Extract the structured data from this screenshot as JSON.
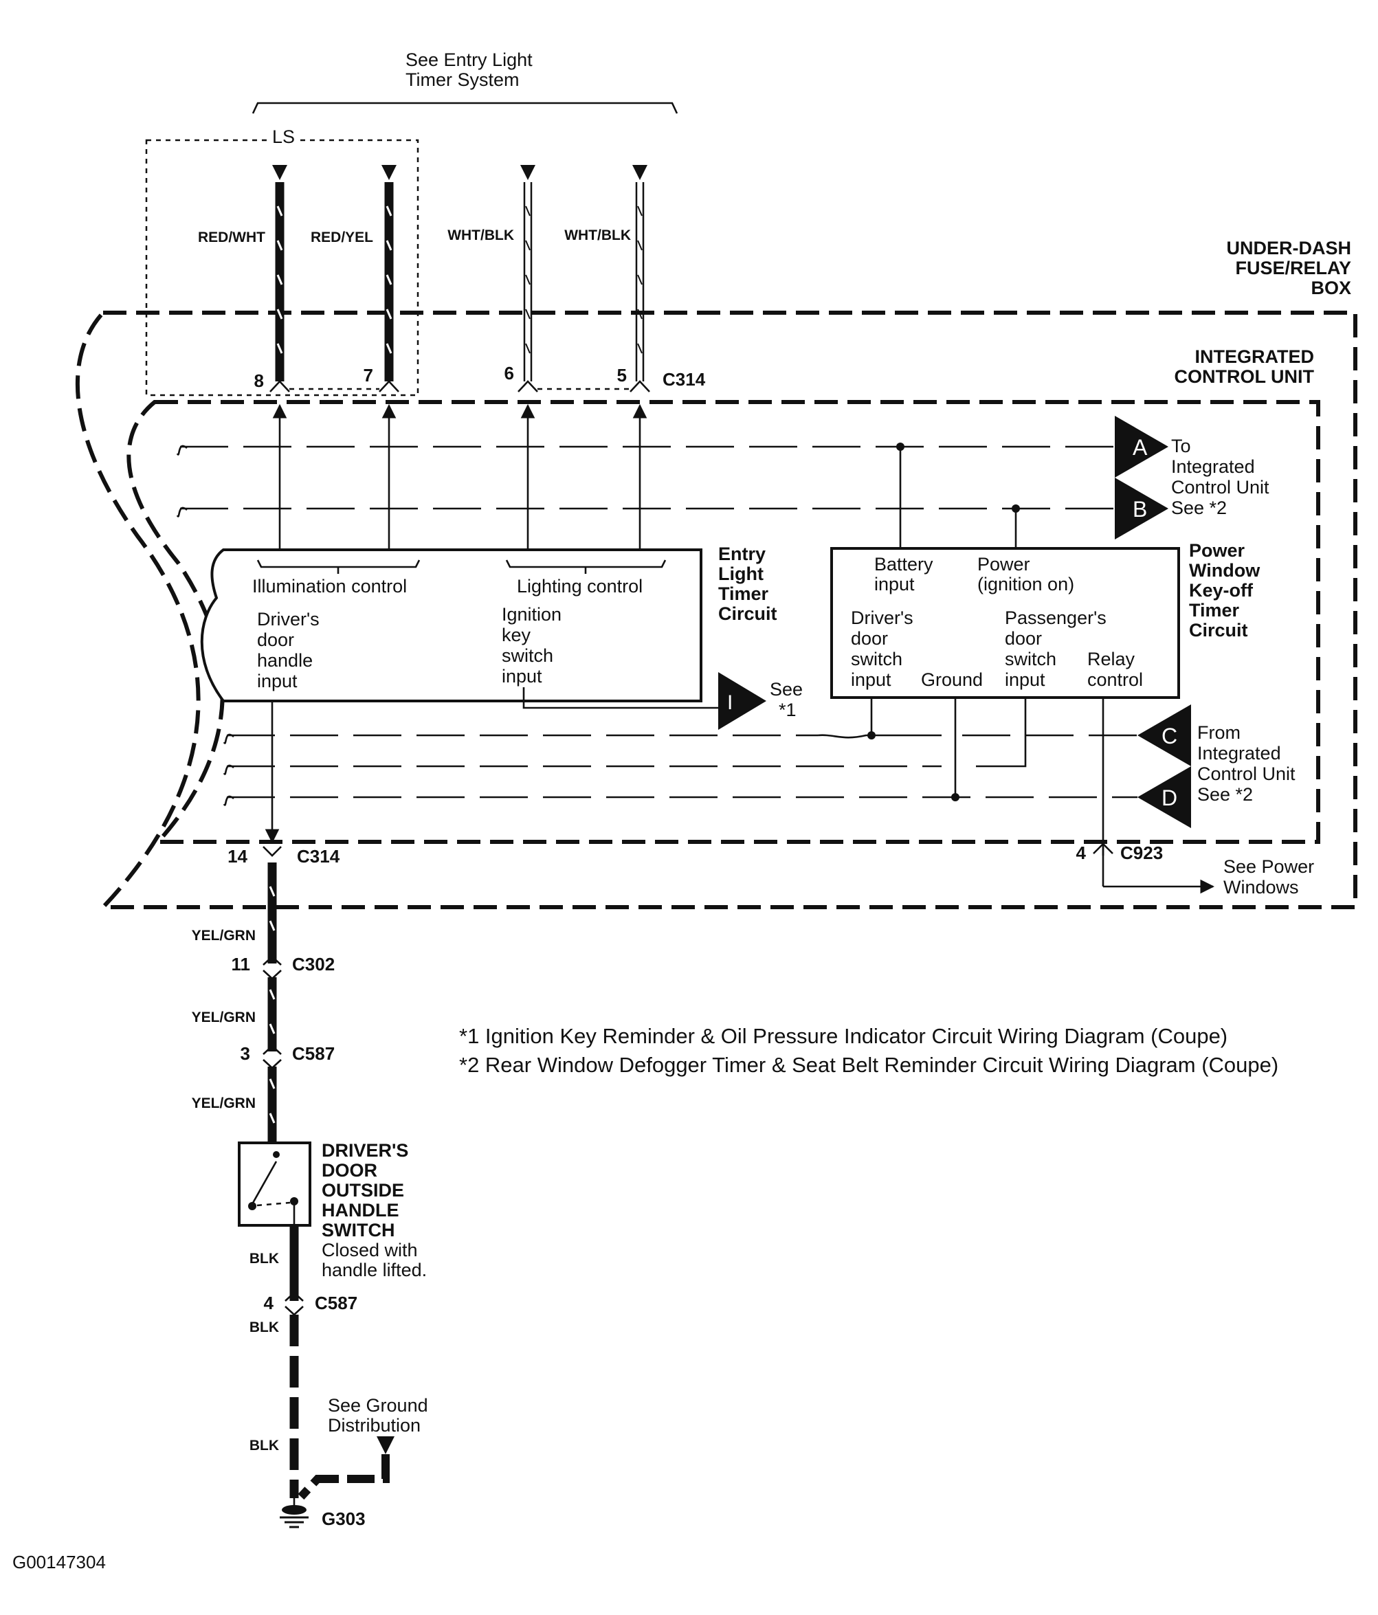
{
  "header": {
    "line1": "See Entry Light",
    "line2": "Timer System"
  },
  "ls_label": "LS",
  "top_wires": [
    {
      "color": "RED/WHT",
      "pin": "8"
    },
    {
      "color": "RED/YEL",
      "pin": "7"
    },
    {
      "color": "WHT/BLK",
      "pin": "6"
    },
    {
      "color": "WHT/BLK",
      "pin": "5"
    }
  ],
  "connector_top": "C314",
  "fuse_box": [
    "UNDER-DASH",
    "FUSE/RELAY",
    "BOX"
  ],
  "icu": [
    "INTEGRATED",
    "CONTROL UNIT"
  ],
  "bus_labels": {
    "a": "A",
    "b": "B",
    "c": "C",
    "d": "D",
    "i": "I"
  },
  "to_icu": [
    "To",
    "Integrated",
    "Control Unit",
    "See *2"
  ],
  "from_icu": [
    "From",
    "Integrated",
    "Control Unit",
    "See *2"
  ],
  "see1": [
    "See",
    "*1"
  ],
  "entry_light": {
    "title": [
      "Entry",
      "Light",
      "Timer",
      "Circuit"
    ],
    "illumination": "Illumination control",
    "lighting": "Lighting control",
    "door_input": [
      "Driver's",
      "door",
      "handle",
      "input"
    ],
    "ign_input": [
      "Ignition",
      "key",
      "switch",
      "input"
    ]
  },
  "power_window": {
    "title": [
      "Power",
      "Window",
      "Key-off",
      "Timer",
      "Circuit"
    ],
    "battery": [
      "Battery",
      "input"
    ],
    "power": [
      "Power",
      "(ignition on)"
    ],
    "driver_sw": [
      "Driver's",
      "door",
      "switch",
      "input"
    ],
    "ground": "Ground",
    "pass_sw": [
      "Passenger's",
      "door",
      "switch",
      "input"
    ],
    "relay": [
      "Relay",
      "control"
    ]
  },
  "c923": {
    "pin": "4",
    "name": "C923"
  },
  "see_power_windows": [
    "See Power",
    "Windows"
  ],
  "lower_chain": {
    "c314": {
      "pin": "14",
      "name": "C314"
    },
    "wire1": "YEL/GRN",
    "c302": {
      "pin": "11",
      "name": "C302"
    },
    "wire2": "YEL/GRN",
    "c587": {
      "pin": "3",
      "name": "C587"
    },
    "wire3": "YEL/GRN",
    "switch": [
      "DRIVER'S",
      "DOOR",
      "OUTSIDE",
      "HANDLE",
      "SWITCH"
    ],
    "switch_note": [
      "Closed with",
      "handle lifted."
    ],
    "blk1": "BLK",
    "c587b": {
      "pin": "4",
      "name": "C587"
    },
    "blk2": "BLK",
    "blk3": "BLK",
    "ground_ref": [
      "See Ground",
      "Distribution"
    ],
    "ground": "G303"
  },
  "notes": [
    "*1  Ignition Key Reminder & Oil Pressure Indicator Circuit Wiring Diagram (Coupe)",
    "*2  Rear Window Defogger Timer & Seat Belt Reminder Circuit Wiring Diagram (Coupe)"
  ],
  "figure_id": "G00147304"
}
